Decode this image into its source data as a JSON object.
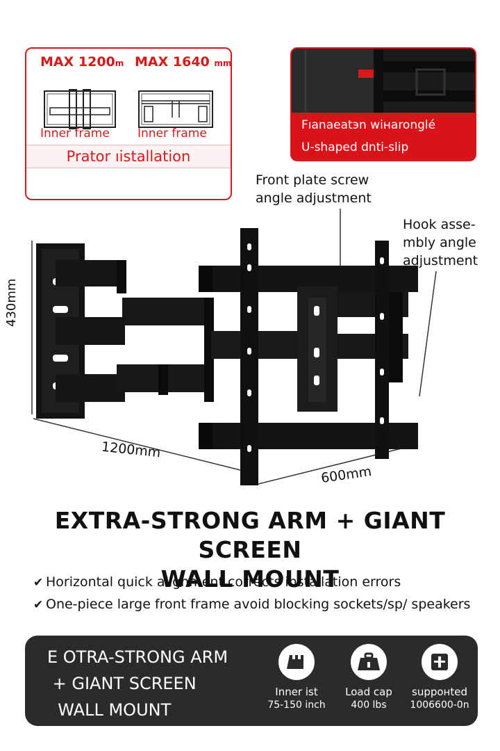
{
  "top_left_panel": {
    "max_a": "MAX 1200",
    "max_a_unit": "m",
    "max_b": "MAX 1640",
    "max_b_unit": "mm",
    "inner_a": "Inner frame",
    "inner_b": "Inner frame",
    "caption": "Prator ıistallation"
  },
  "top_right_panel": {
    "caption_line1": "Fıanaeatэn wiнaronglé",
    "caption_line2": "U-shaped dnti-slip"
  },
  "callouts": {
    "front_plate": [
      "Front plate screw",
      "angle adjustment"
    ],
    "hook": [
      "Hook asse-",
      "mbly angle",
      "adjustment"
    ]
  },
  "dimensions": {
    "height": "430mm",
    "width_arm": "1200mm",
    "width_frame": "600mm"
  },
  "title": {
    "line1": "EXTRA-STRONG ARM + GIANT SCREEN",
    "line2": "WALL MOUNT"
  },
  "bullets": [
    "Horizontal quick alignment corrects installation errors",
    "One-piece large front frame avoid blocking sockets/sp/ speakers"
  ],
  "bottom_bar": {
    "title": "E OTRA-STRONG ARM\n + GIANT SCREEN\n  WALL MOUNT",
    "specs": [
      {
        "icon": "bracket-icon",
        "line1": "Inner ist",
        "line2": "75-150 inch"
      },
      {
        "icon": "weight-icon",
        "line1": "Load cap",
        "line2": "400 lbs"
      },
      {
        "icon": "screen-support-icon",
        "line1": "suppонted",
        "line2": "1006600-0n"
      }
    ]
  },
  "colors": {
    "accent": "#d61a1a",
    "dark": "#2b2b2b",
    "metal": "#161616"
  }
}
